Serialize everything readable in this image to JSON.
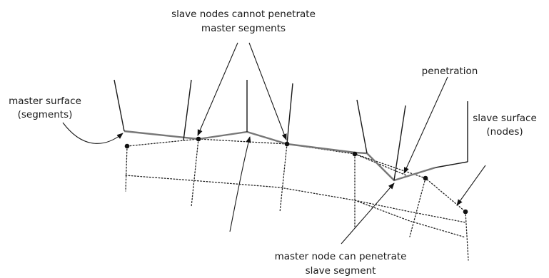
{
  "labels": {
    "slave_nodes_line1": "slave nodes cannot penetrate",
    "slave_nodes_line2": "master segments",
    "penetration": "penetration",
    "master_surface_line1": "master surface",
    "master_surface_line2": "(segments)",
    "slave_surface_line1": "slave surface",
    "slave_surface_line2": "(nodes)",
    "master_node_line1": "master node can penetrate",
    "master_node_line2": "slave segment"
  }
}
